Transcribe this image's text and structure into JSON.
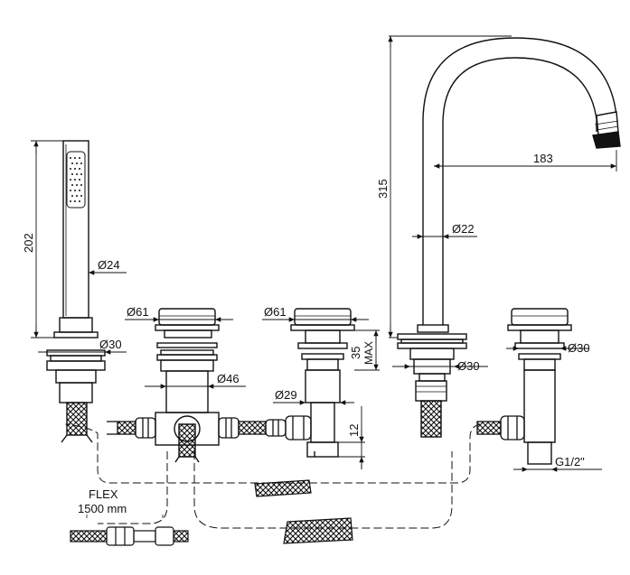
{
  "dimensions": {
    "hand_shower_height": "202",
    "hand_shower_diameter": "Ø24",
    "hand_shower_base_diameter": "Ø30",
    "valve_left_diameter": "Ø61",
    "valve_left_body_diameter": "Ø46",
    "valve_mid_diameter": "Ø61",
    "valve_mid_body_diameter": "Ø29",
    "valve_mid_height": "35",
    "valve_mid_max": "MAX",
    "valve_mid_outlet": "12",
    "spout_height": "315",
    "spout_reach": "183",
    "spout_diameter": "Ø22",
    "spout_base_diameter": "Ø30",
    "valve_right_base_diameter": "Ø30",
    "thread": "G1/2\""
  },
  "hose": {
    "label": "FLEX",
    "length": "1500 mm"
  }
}
